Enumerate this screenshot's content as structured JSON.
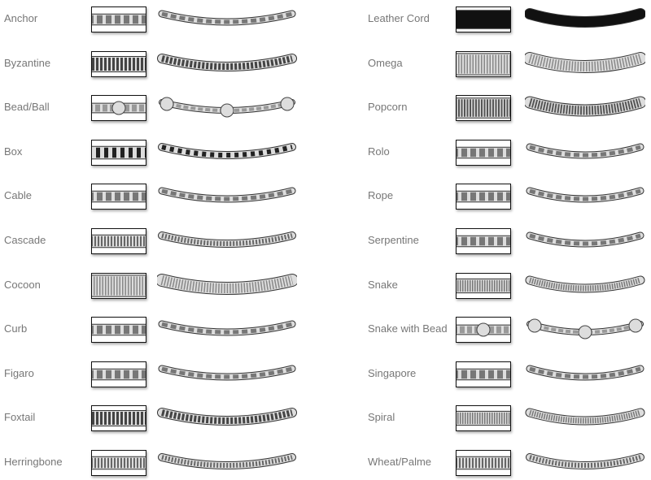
{
  "left_column": [
    {
      "name": "Anchor"
    },
    {
      "name": "Byzantine"
    },
    {
      "name": "Bead/Ball"
    },
    {
      "name": "Box"
    },
    {
      "name": "Cable"
    },
    {
      "name": "Cascade"
    },
    {
      "name": "Cocoon"
    },
    {
      "name": "Curb"
    },
    {
      "name": "Figaro"
    },
    {
      "name": "Foxtail"
    },
    {
      "name": "Herringbone"
    }
  ],
  "right_column": [
    {
      "name": "Leather Cord"
    },
    {
      "name": "Omega"
    },
    {
      "name": "Popcorn"
    },
    {
      "name": "Rolo"
    },
    {
      "name": "Rope"
    },
    {
      "name": "Serpentine"
    },
    {
      "name": "Snake"
    },
    {
      "name": "Snake with Bead"
    },
    {
      "name": "Singapore"
    },
    {
      "name": "Spiral"
    },
    {
      "name": "Wheat/Palme"
    }
  ],
  "colors": {
    "label": "#777777",
    "metal": "#9a9a9a",
    "dark": "#222222"
  }
}
